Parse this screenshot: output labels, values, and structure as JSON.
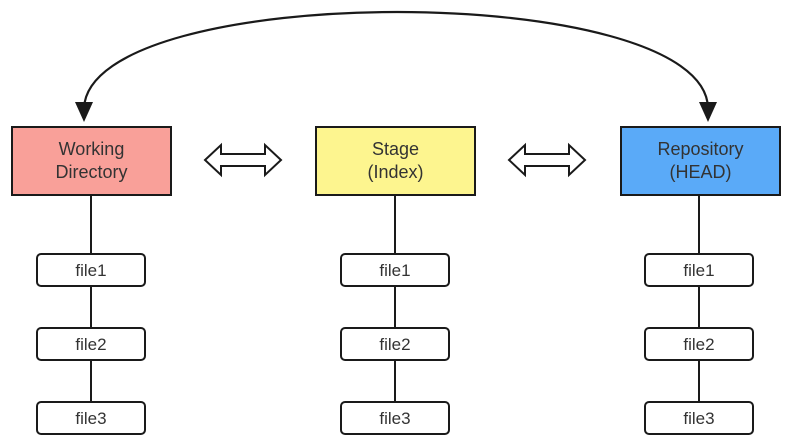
{
  "areas": [
    {
      "id": "working-directory",
      "line1": "Working",
      "line2": "Directory",
      "color": "#f9a099",
      "files": [
        "file1",
        "file2",
        "file3"
      ]
    },
    {
      "id": "stage",
      "line1": "Stage",
      "line2": "(Index)",
      "color": "#fdf58f",
      "files": [
        "file1",
        "file2",
        "file3"
      ]
    },
    {
      "id": "repository",
      "line1": "Repository",
      "line2": "(HEAD)",
      "color": "#5aaaf8",
      "files": [
        "file1",
        "file2",
        "file3"
      ]
    }
  ],
  "connectors": {
    "stroke_color": "#1a1a1a",
    "double_arrows": [
      "working-directory<->stage",
      "stage<->repository"
    ],
    "top_arc": "repository->working-directory"
  }
}
